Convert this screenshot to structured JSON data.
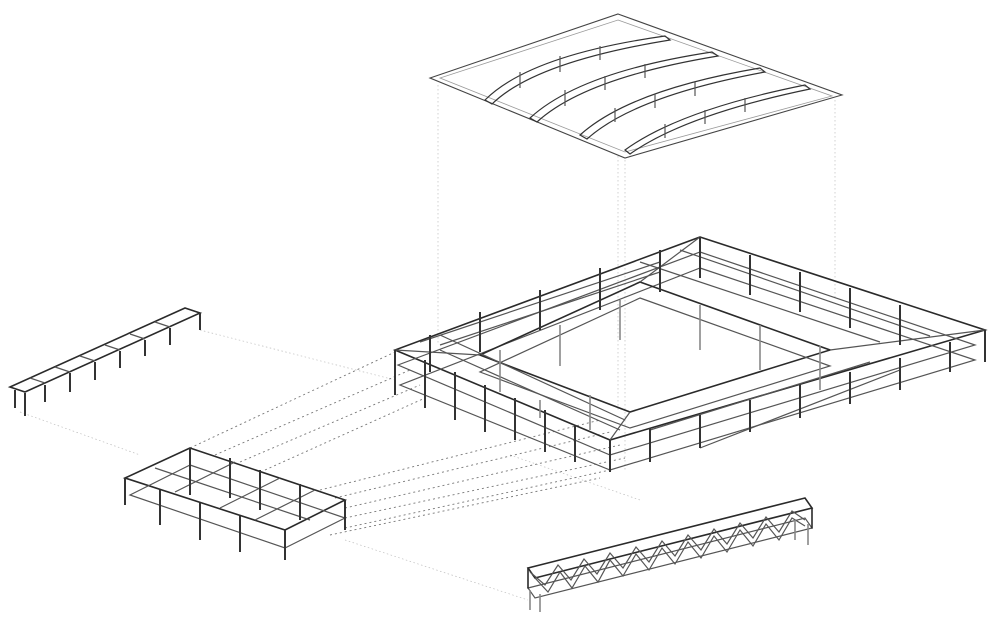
{
  "diagram": {
    "type": "exploded structural axonometric",
    "background": "#ffffff",
    "line_color": "#2a2a2a",
    "projection_line_color": "#bdbdbd",
    "components": [
      {
        "id": "roof-structure",
        "label": "Roof structure with arched trusses",
        "arch_count": 4
      },
      {
        "id": "courtyard-frame",
        "label": "Main two-storey frame around courtyard"
      },
      {
        "id": "linear-canopy",
        "label": "Linear canopy frame"
      },
      {
        "id": "annex-frame",
        "label": "Annex frame block"
      },
      {
        "id": "truss-bridge",
        "label": "Truss bridge"
      }
    ]
  }
}
